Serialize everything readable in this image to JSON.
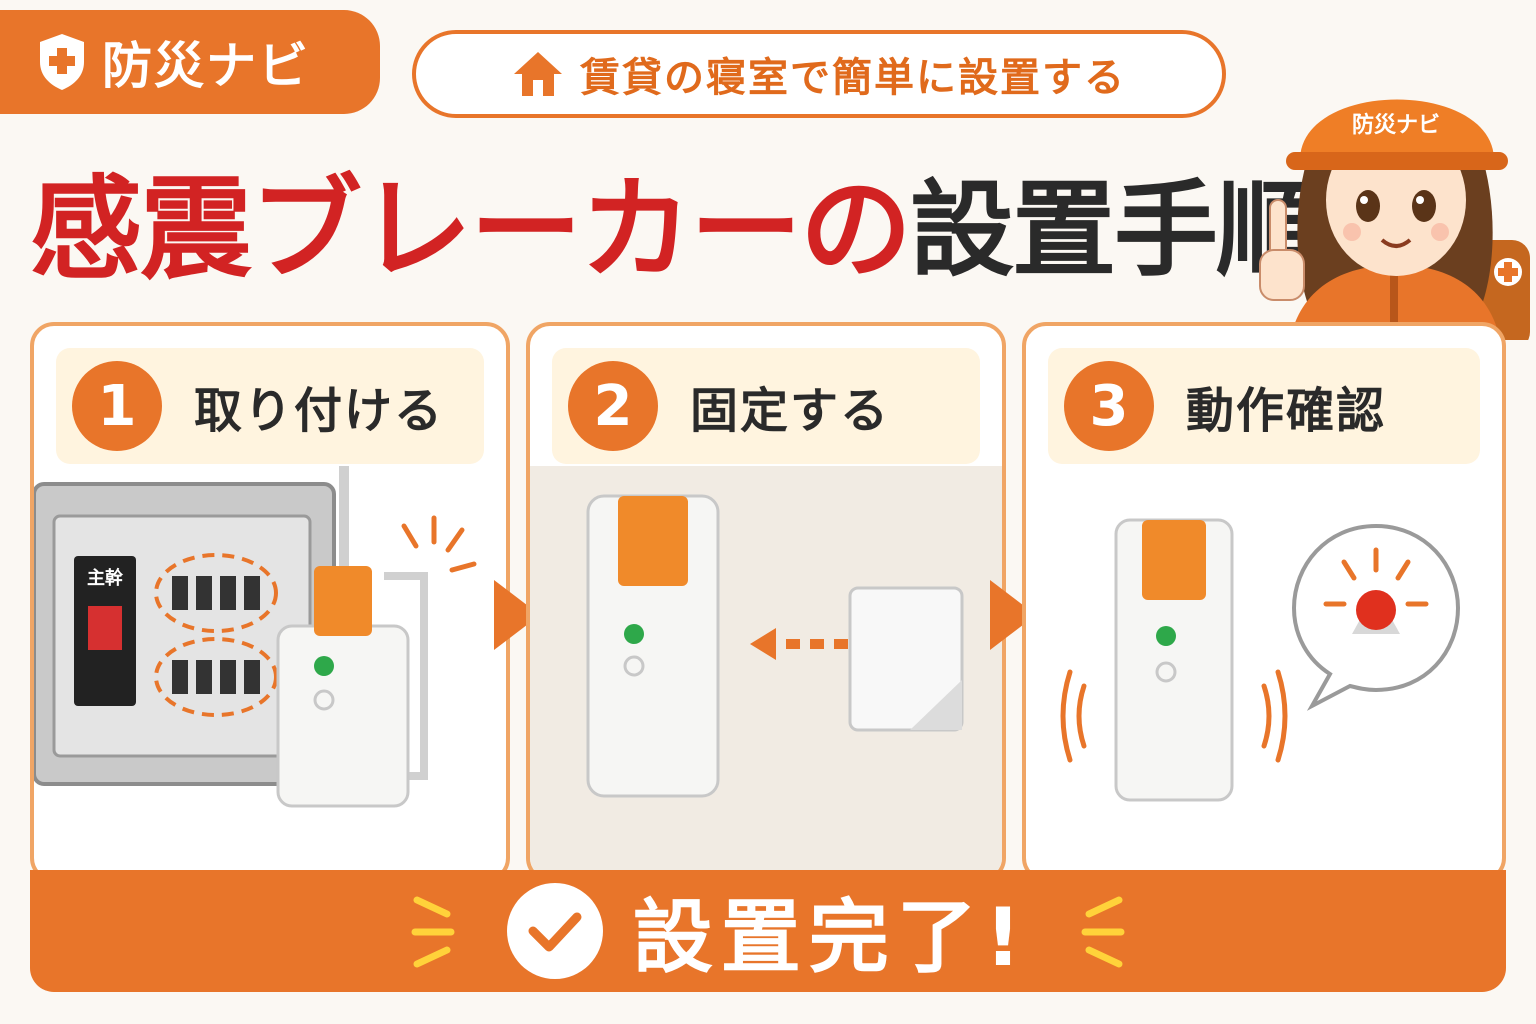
{
  "brand": {
    "name": "防災ナビ",
    "icon": "shield-plus-icon",
    "color": "#e8752a"
  },
  "subtitle": {
    "icon": "house-icon",
    "text": "賃貸の寝室で簡単に設置する"
  },
  "title": {
    "red_part": "感震ブレーカーの",
    "dark_part": "設置手順"
  },
  "mascot": {
    "helmet_text": "防災ナビ"
  },
  "steps": [
    {
      "number": "1",
      "label": "取り付ける",
      "panel_label": "主幹"
    },
    {
      "number": "2",
      "label": "固定する"
    },
    {
      "number": "3",
      "label": "動作確認"
    }
  ],
  "completion": {
    "text": "設置完了!",
    "icon": "check-circle-icon"
  },
  "colors": {
    "accent": "#e8752a",
    "title_red": "#d22323",
    "status_green": "#28a745",
    "alarm_red": "#e0301e"
  }
}
